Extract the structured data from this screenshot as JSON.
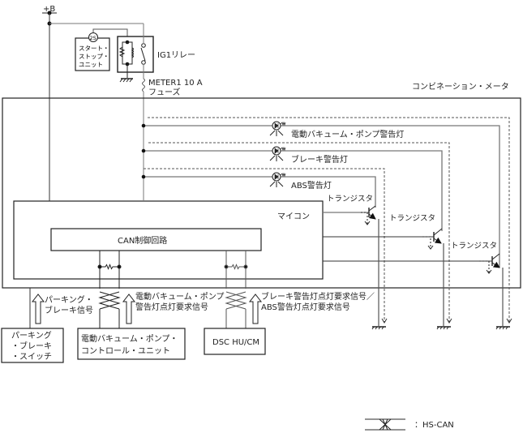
{
  "power": {
    "supply_label": "+B"
  },
  "start_stop_unit": {
    "connector": "2S",
    "lines": [
      "スタート・",
      "ストップ・",
      "ユニット"
    ]
  },
  "relay": {
    "label": "IG1リレー"
  },
  "fuse": {
    "name": "METER1 10 A",
    "sub": "フューズ"
  },
  "meter": {
    "title": "コンビネーション・メータ"
  },
  "lamps": [
    {
      "label": "電動バキューム・ポンプ警告灯"
    },
    {
      "label": "ブレーキ警告灯"
    },
    {
      "label": "ABS警告灯"
    }
  ],
  "transistors": [
    {
      "label": "トランジスタ"
    },
    {
      "label": "トランジスタ"
    },
    {
      "label": "トランジスタ"
    }
  ],
  "microcontroller": {
    "label": "マイコン"
  },
  "can_circuit": {
    "label": "CAN制御回路"
  },
  "signals": {
    "parking": [
      "パーキング・",
      "ブレーキ信号"
    ],
    "vacuum_pump": [
      "電動バキューム・ポンプ",
      "警告灯点灯要求信号"
    ],
    "dsc": [
      "ブレーキ警告灯点灯要求信号／",
      "ABS警告灯点灯要求信号"
    ]
  },
  "units": {
    "parking_switch": [
      "パーキング",
      "・ブレーキ",
      "・スイッチ"
    ],
    "pump_control": [
      "電動バキューム・ポンプ・",
      "コントロール・ユニット"
    ],
    "dsc": "DSC HU/CM"
  },
  "legend": {
    "label": "：HS-CAN"
  },
  "colors": {
    "line": "#222222",
    "wire_gray": "#777777",
    "dash": "#555555"
  }
}
